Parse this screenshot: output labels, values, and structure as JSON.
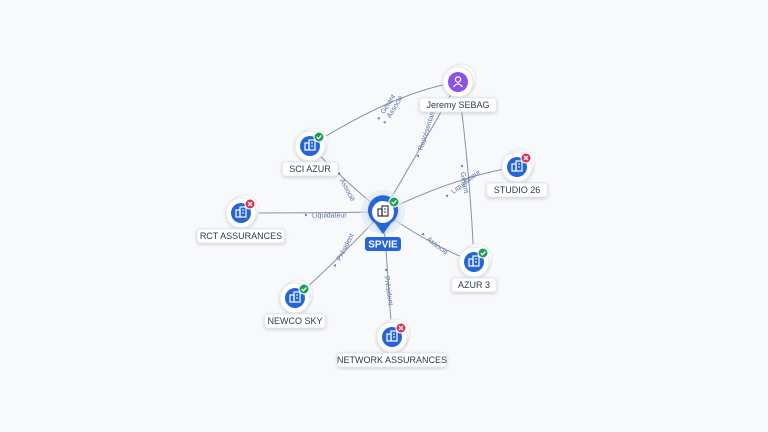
{
  "graph": {
    "center": {
      "id": "spvie",
      "label": "SPVIE",
      "type": "company",
      "status": "active"
    },
    "nodes": [
      {
        "id": "jeremy",
        "label": "Jeremy SEBAG",
        "type": "person"
      },
      {
        "id": "sci_azur",
        "label": "SCI AZUR",
        "type": "company",
        "status": "active"
      },
      {
        "id": "studio26",
        "label": "STUDIO 26",
        "type": "company",
        "status": "closed"
      },
      {
        "id": "rct",
        "label": "RCT ASSURANCES",
        "type": "company",
        "status": "closed"
      },
      {
        "id": "azur3",
        "label": "AZUR 3",
        "type": "company",
        "status": "active"
      },
      {
        "id": "newco",
        "label": "NEWCO SKY",
        "type": "company",
        "status": "active"
      },
      {
        "id": "network",
        "label": "NETWORK ASSURANCES",
        "type": "company",
        "status": "closed"
      }
    ],
    "edges": [
      {
        "from": "jeremy",
        "to": "sci_azur",
        "labels": [
          "Gérant",
          "Associé"
        ]
      },
      {
        "from": "jeremy",
        "to": "spvie",
        "labels": [
          "Représentant"
        ]
      },
      {
        "from": "jeremy",
        "to": "azur3",
        "labels": [
          "Gérant"
        ]
      },
      {
        "from": "spvie",
        "to": "sci_azur",
        "labels": [
          "Associé"
        ]
      },
      {
        "from": "spvie",
        "to": "studio26",
        "labels": [
          "Liquidateur"
        ]
      },
      {
        "from": "spvie",
        "to": "rct",
        "labels": [
          "Liquidateur"
        ]
      },
      {
        "from": "spvie",
        "to": "azur3",
        "labels": [
          "Associé"
        ]
      },
      {
        "from": "spvie",
        "to": "newco",
        "labels": [
          "Président"
        ]
      },
      {
        "from": "spvie",
        "to": "network",
        "labels": [
          "Président"
        ]
      }
    ]
  },
  "colors": {
    "company": "#2565d6",
    "person": "#8a52e6",
    "active": "#1f9d55",
    "closed": "#d9304f",
    "edge": "#8593a6"
  }
}
